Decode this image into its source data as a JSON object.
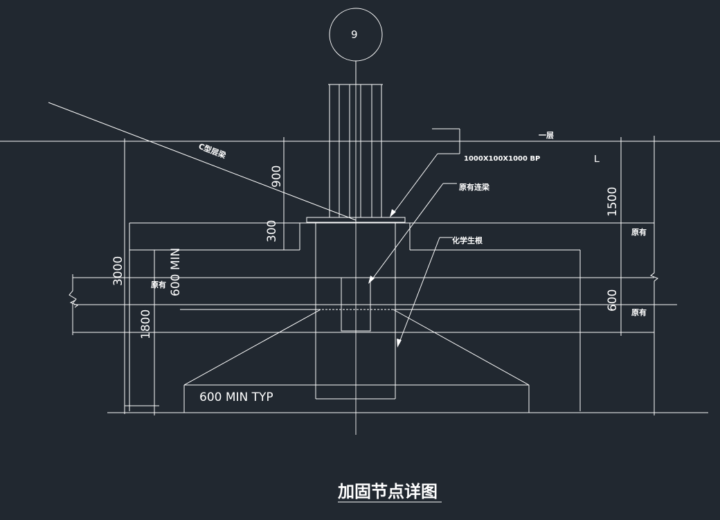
{
  "grid_bubble": {
    "label": "9"
  },
  "labels": {
    "floor_level": "一层",
    "beam_label": "L",
    "base_plate": "1000X100X1000 BP",
    "existing_beam": "原有连梁",
    "chemical_anchor": "化学生根",
    "pipe_label": "C型层梁",
    "existing_1": "原有",
    "existing_2": "原有",
    "existing_3": "原有",
    "min_typ": "600 MIN TYP",
    "title": "加固节点详图"
  },
  "dimensions": {
    "d_900": "900",
    "d_300": "300",
    "d_3000": "3000",
    "d_600min": "600 MIN",
    "d_1800": "1800",
    "d_1500": "1500",
    "d_600_right": "600"
  },
  "colors": {
    "background": "#212830",
    "lines": "#ffffff"
  }
}
